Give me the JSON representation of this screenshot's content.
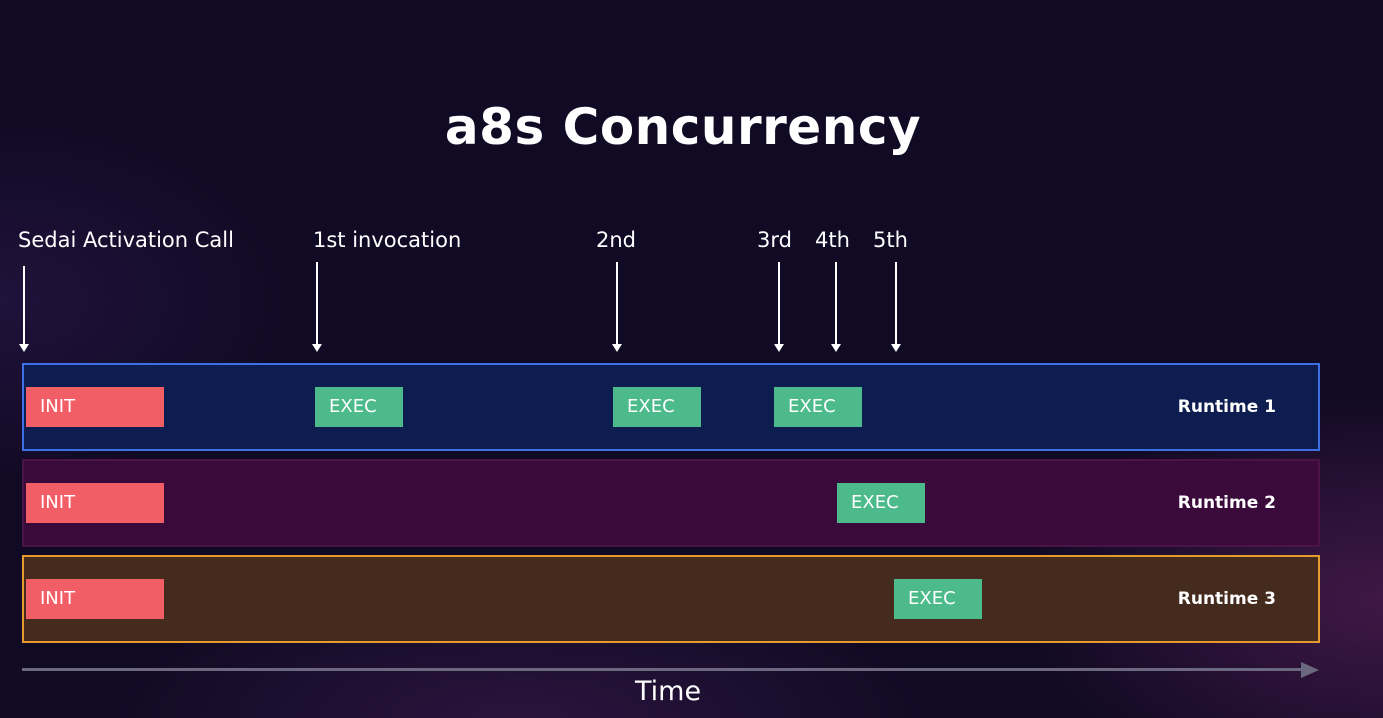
{
  "title": "a8s Concurrency",
  "markers": [
    {
      "label": "Sedai Activation Call"
    },
    {
      "label": "1st invocation"
    },
    {
      "label": "2nd"
    },
    {
      "label": "3rd"
    },
    {
      "label": "4th"
    },
    {
      "label": "5th"
    }
  ],
  "runtimes": [
    {
      "label": "Runtime 1",
      "blocks": [
        "INIT",
        "EXEC",
        "EXEC",
        "EXEC"
      ]
    },
    {
      "label": "Runtime 2",
      "blocks": [
        "INIT",
        "EXEC"
      ]
    },
    {
      "label": "Runtime 3",
      "blocks": [
        "INIT",
        "EXEC"
      ]
    }
  ],
  "axis_label": "Time",
  "colors": {
    "background": "#110a24",
    "init": "#f25e66",
    "exec": "#4cba8a",
    "runtime1_fill": "#0d1d4f",
    "runtime1_border": "#3d6fe6",
    "runtime2_fill": "#3a0a3a",
    "runtime3_fill": "#452a1e",
    "runtime3_border": "#e49a2d"
  }
}
